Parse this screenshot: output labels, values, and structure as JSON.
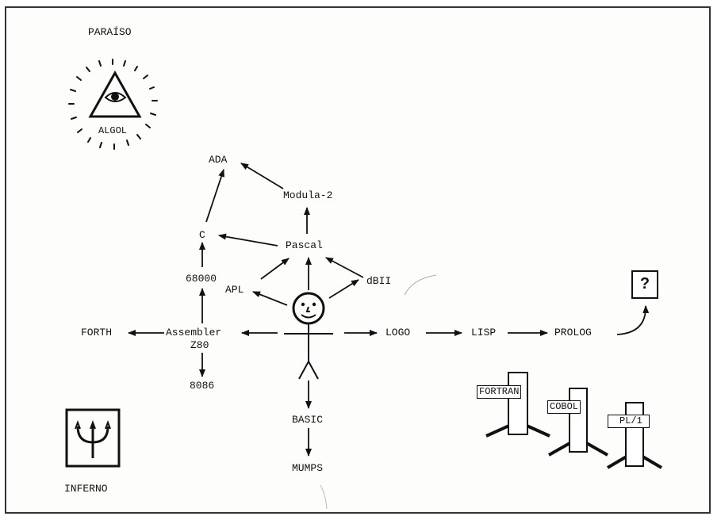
{
  "top": {
    "heaven_label": "PARAÍSO",
    "heaven_language": "ALGOL"
  },
  "languages": {
    "ada": "ADA",
    "modula2": "Modula-2",
    "c": "C",
    "pascal": "Pascal",
    "m68000": "68000",
    "apl": "APL",
    "dbii": "dBII",
    "forth": "FORTH",
    "assembler": "Assembler",
    "z80": "Z80",
    "i8086": "8086",
    "logo": "LOGO",
    "lisp": "LISP",
    "prolog": "PROLOG",
    "basic": "BASIC",
    "mumps": "MUMPS",
    "unknown": "?"
  },
  "graves": [
    "FORTRAN",
    "COBOL",
    "PL/1"
  ],
  "bottom": {
    "hell_label": "INFERNO"
  },
  "colors": {
    "ink": "#111111",
    "paper": "#fdfdfb"
  }
}
